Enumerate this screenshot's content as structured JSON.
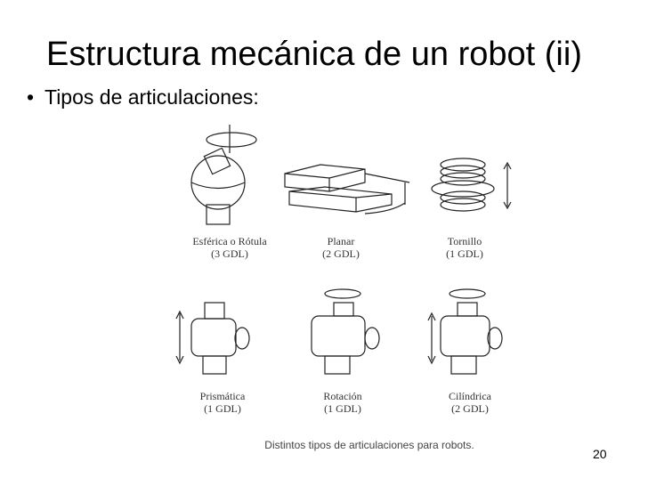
{
  "slide": {
    "title": "Estructura mecánica de un robot (ii)",
    "bullet": "Tipos de articulaciones:",
    "page_number": "20"
  },
  "figure": {
    "joints": [
      {
        "name": "Esférica o Rótula",
        "dof": "(3 GDL)"
      },
      {
        "name": "Planar",
        "dof": "(2 GDL)"
      },
      {
        "name": "Tornillo",
        "dof": "(1 GDL)"
      },
      {
        "name": "Prismática",
        "dof": "(1 GDL)"
      },
      {
        "name": "Rotación",
        "dof": "(1 GDL)"
      },
      {
        "name": "Cilíndrica",
        "dof": "(2 GDL)"
      }
    ],
    "caption": "Distintos tipos de articulaciones para robots."
  }
}
